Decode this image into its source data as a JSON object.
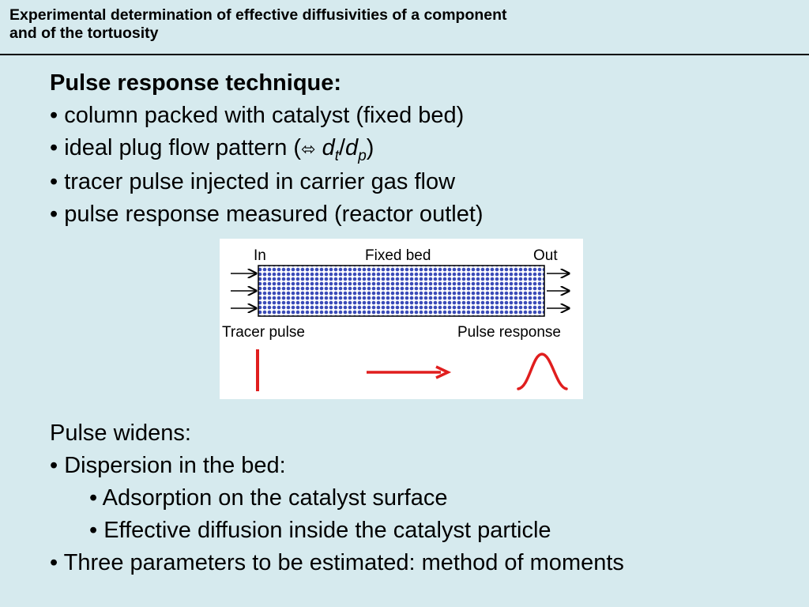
{
  "slide": {
    "title_line1": "Experimental determination of effective diffusivities of a component",
    "title_line2": "and of the tortuosity"
  },
  "section1": {
    "heading": "Pulse response technique:",
    "bullet1": "• column packed with catalyst (fixed bed)",
    "bullet2_prefix": "• ideal plug flow pattern (",
    "bullet2_symbol": "⬄",
    "bullet2_d": "d",
    "bullet2_sub_t": "t",
    "bullet2_slash": "/",
    "bullet2_sub_p": "p",
    "bullet2_suffix": ")",
    "bullet3": "• tracer pulse injected in carrier gas flow",
    "bullet4": "• pulse response measured (reactor outlet)"
  },
  "figure": {
    "label_in": "In",
    "label_fixed_bed": "Fixed bed",
    "label_out": "Out",
    "label_tracer_pulse": "Tracer pulse",
    "label_pulse_response": "Pulse response",
    "colors": {
      "bed_fill": "#3a4bb8",
      "pulse": "#e01e1e"
    }
  },
  "section2": {
    "heading": "Pulse widens:",
    "bullet1": "• Dispersion in the bed:",
    "sub1": "• Adsorption on the catalyst surface",
    "sub2": "• Effective diffusion inside the catalyst particle",
    "bullet2": "• Three parameters to be estimated: method of moments"
  }
}
